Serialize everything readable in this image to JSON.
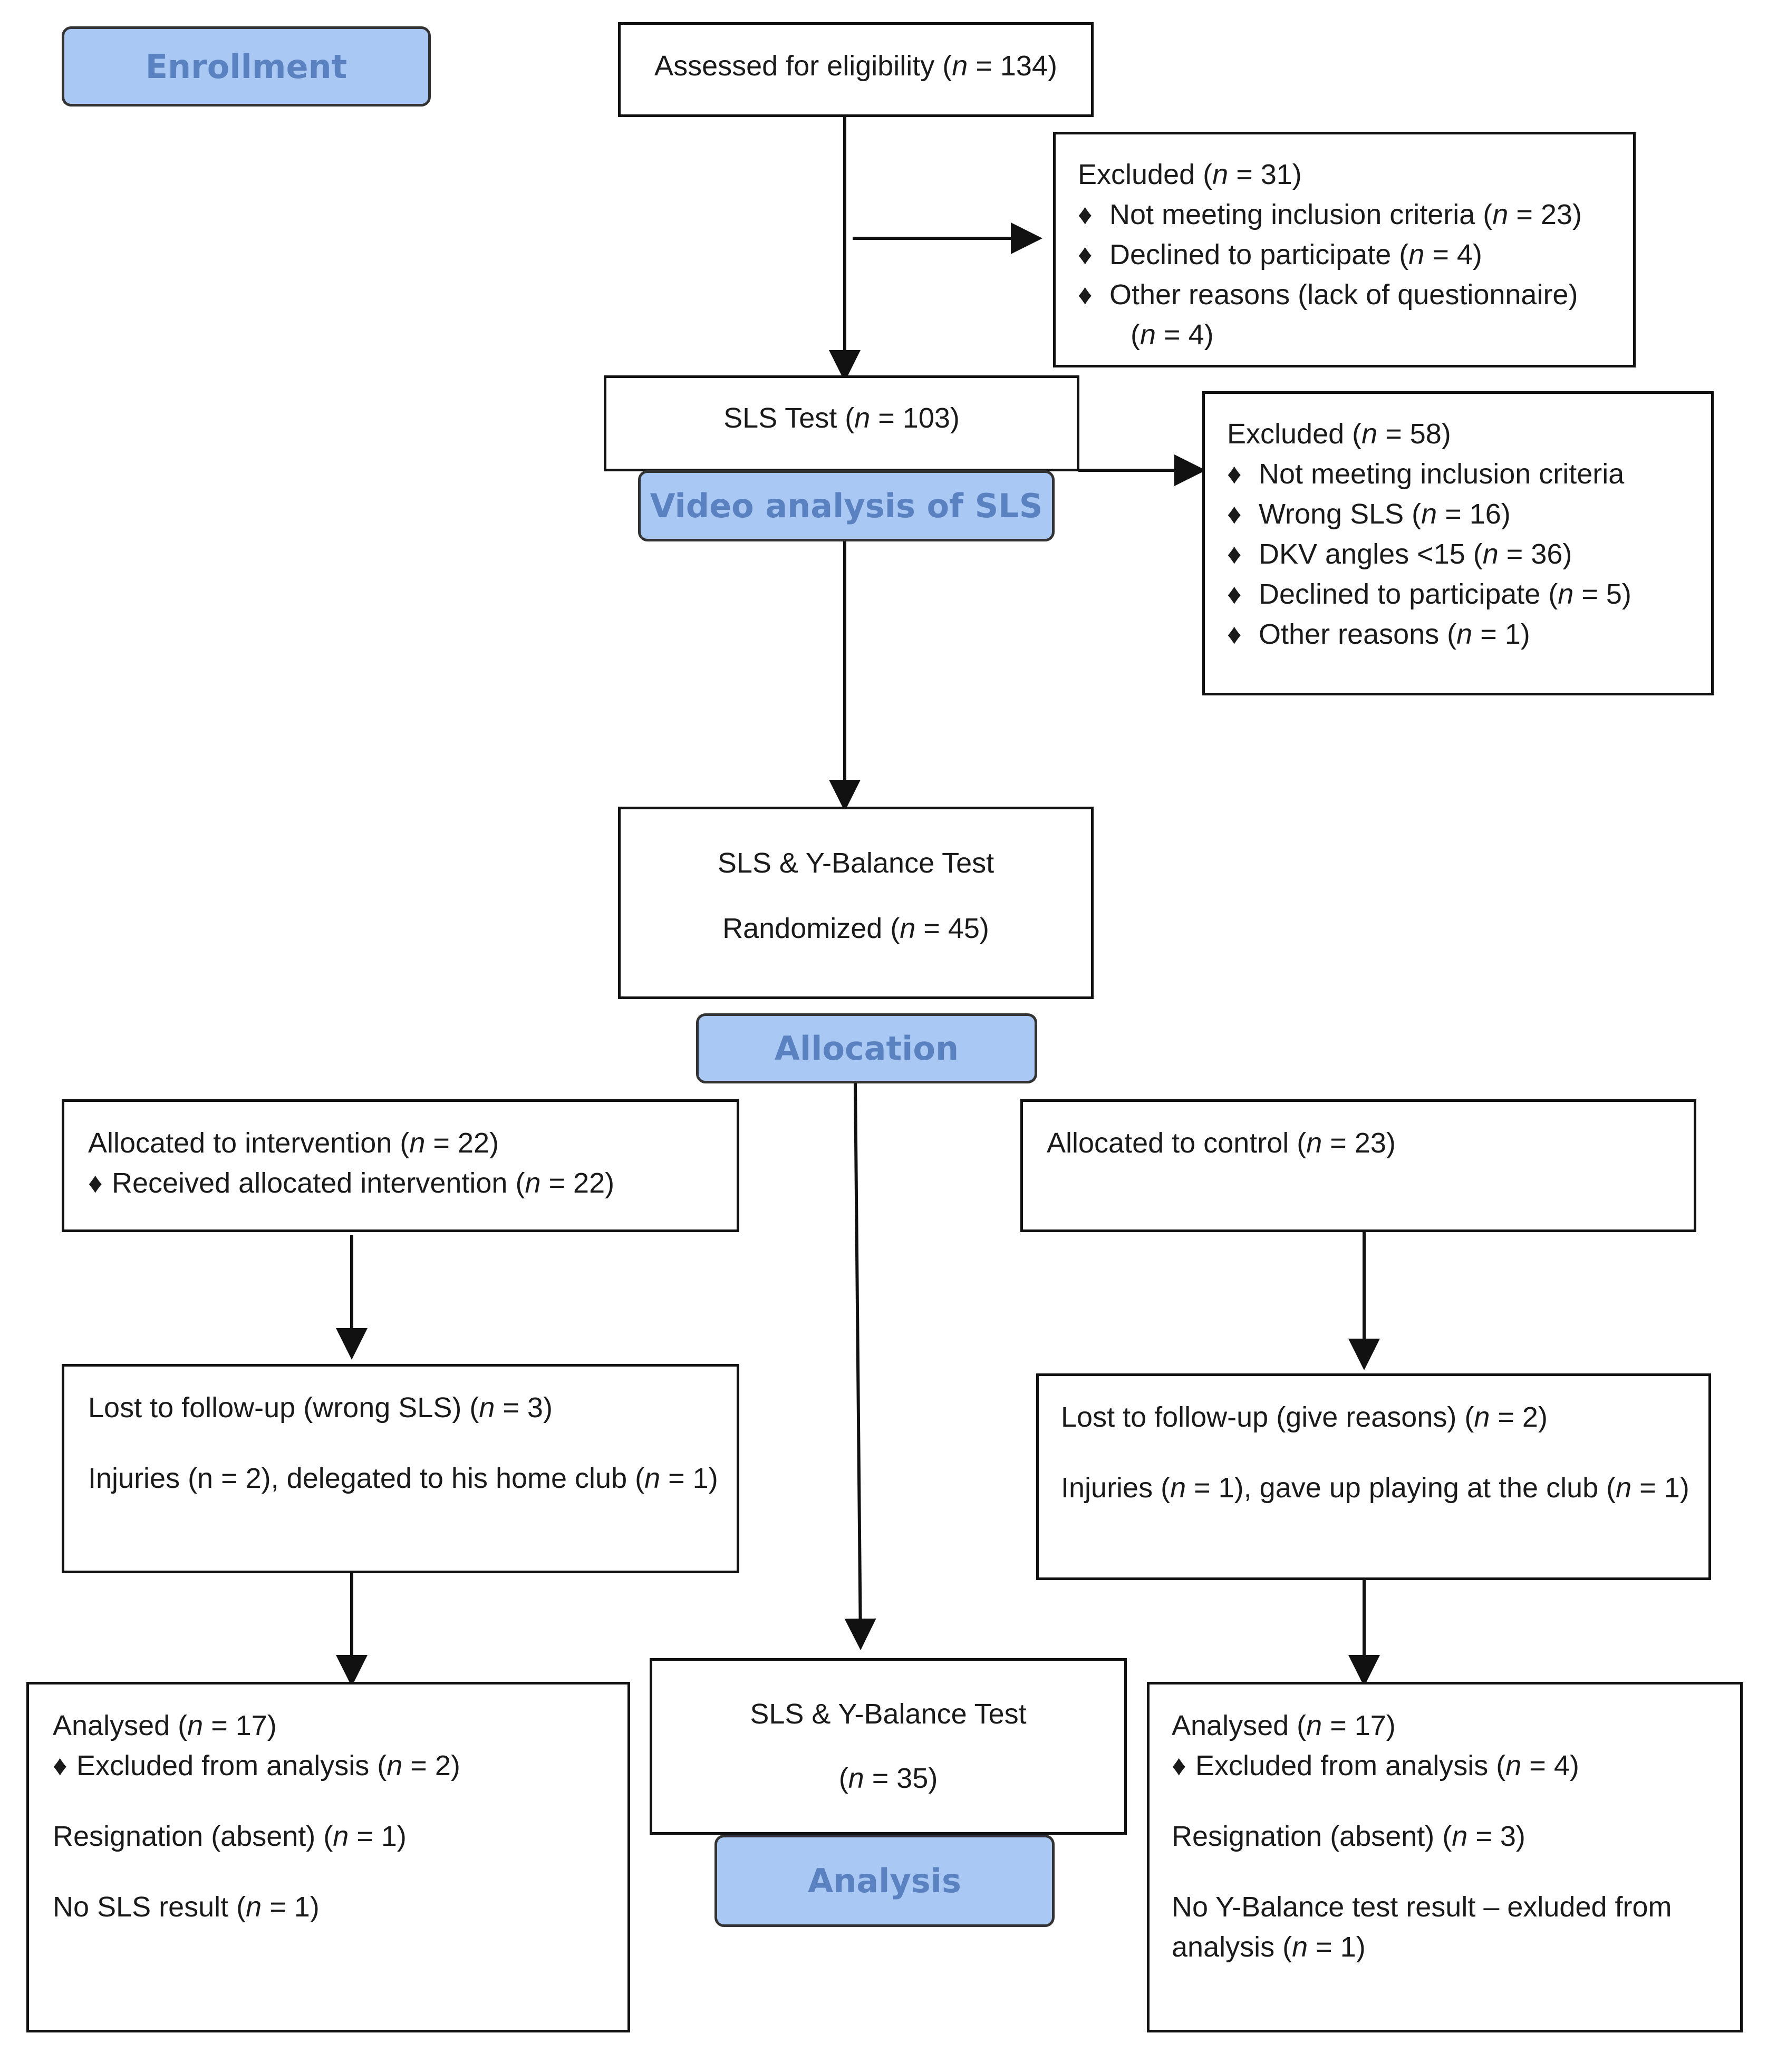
{
  "stages": {
    "enrollment": "Enrollment",
    "video_analysis": "Video analysis of SLS",
    "allocation": "Allocation",
    "analysis": "Analysis"
  },
  "assessed": {
    "pre": "Assessed for eligibility (",
    "n": "n",
    "post": " = 134)"
  },
  "excluded1": {
    "title_pre": "Excluded  (",
    "title_post": " = 31)",
    "items": [
      {
        "pre": "Not meeting inclusion criteria (",
        "post": " = 23)"
      },
      {
        "pre": "Declined to participate (",
        "post": " = 4)"
      },
      {
        "pre": "Other reasons (lack of questionnaire)",
        "post": ""
      }
    ],
    "cont_pre": "(",
    "cont_post": " = 4)"
  },
  "sls": {
    "pre": "SLS Test (",
    "post": " = 103)"
  },
  "excluded2": {
    "title_pre": "Excluded  (",
    "title_post": " = 58)",
    "items": [
      {
        "pre": "Not meeting inclusion criteria",
        "post": ""
      },
      {
        "pre": "Wrong SLS (",
        "post": " = 16)"
      },
      {
        "pre": "DKV angles <15 (",
        "post": " = 36)"
      },
      {
        "pre": "Declined to participate (",
        "post": " = 5)"
      },
      {
        "pre": "Other reasons (",
        "post": " = 1)"
      }
    ]
  },
  "randomized": {
    "line1": "SLS & Y-Balance Test",
    "pre": "Randomized (",
    "post": " = 45)"
  },
  "intervention": {
    "pre": "Allocated to intervention (",
    "post": " = 22)",
    "item_pre": "Received allocated intervention (",
    "item_post": " = 22)"
  },
  "control": {
    "pre": "Allocated to control (",
    "post": " = 23)"
  },
  "lost_left": {
    "pre": "Lost to follow-up (wrong SLS) (",
    "post": " = 3)",
    "detail_pre": "Injuries (n = 2), delegated to his home club (",
    "detail_post": " = 1)"
  },
  "lost_right": {
    "pre": "Lost to follow-up (give reasons) (",
    "post": " = 2)",
    "detail_pre": "Injuries (",
    "detail_mid": " = 1), gave up playing at the club (",
    "detail_post": " = 1)"
  },
  "analysed_left": {
    "title_pre": "Analysed  (",
    "title_post": " = 17)",
    "item_pre": "Excluded from analysis (",
    "item_post": " = 2)",
    "resign_pre": "Resignation (absent) (",
    "resign_post": " = 1)",
    "nosls_pre": "No SLS result (",
    "nosls_post": " = 1)"
  },
  "final_test": {
    "line1": "SLS & Y-Balance Test",
    "pre": "(",
    "post": " = 35)"
  },
  "analysed_right": {
    "title_pre": "Analysed  (",
    "title_post": " = 17)",
    "item_pre": "Excluded from analysis (",
    "item_post": " = 4)",
    "resign_pre": "Resignation (absent) (",
    "resign_post": " = 3)",
    "noy_pre": "No Y-Balance test result – exluded from analysis (",
    "noy_post": " = 1)"
  },
  "symbols": {
    "n": "n",
    "bullet": "♦"
  }
}
